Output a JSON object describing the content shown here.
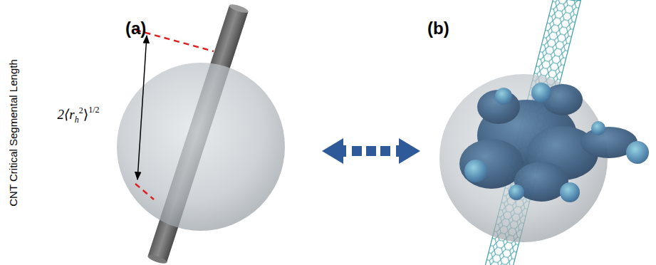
{
  "diagram": {
    "labels": [
      "(a)",
      "(b)",
      "CNT Critical Segmental Length",
      "2⟨r",
      "h",
      "2",
      "⟩",
      "1/2"
    ]
  }
}
